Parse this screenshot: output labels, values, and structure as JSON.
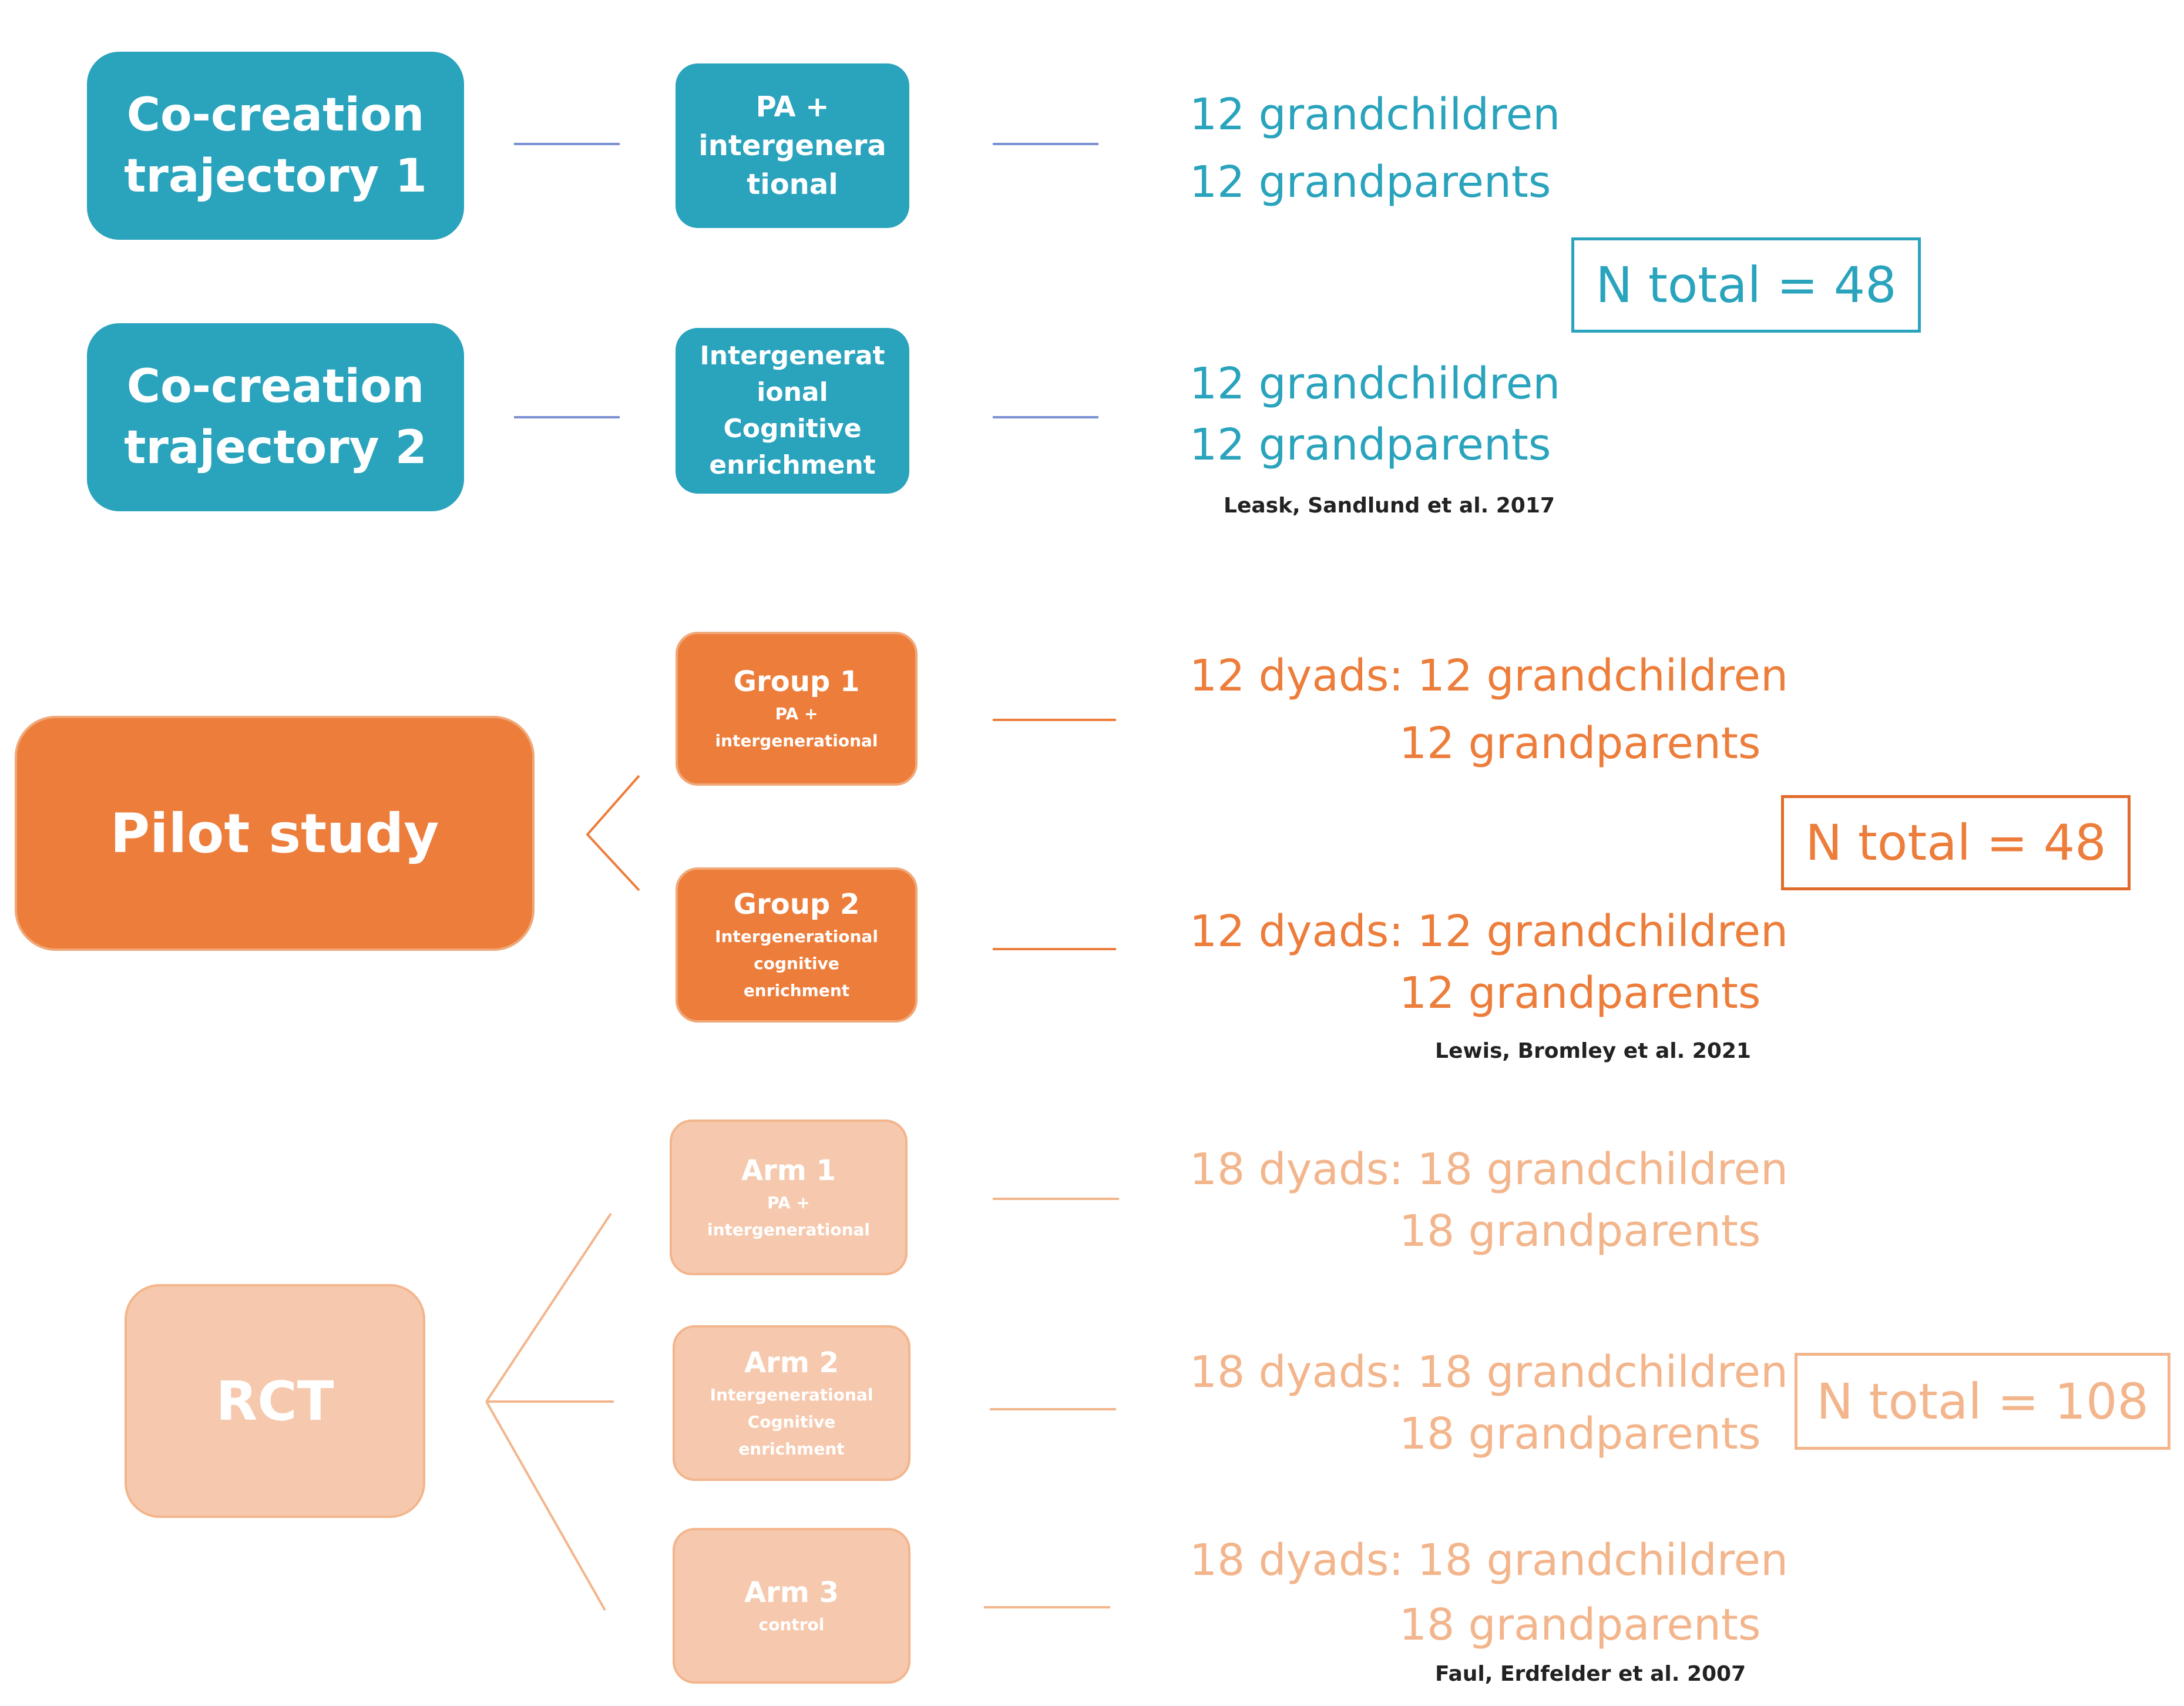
{
  "cocreation": {
    "traj1": {
      "line1": "Co-creation",
      "line2": "trajectory 1"
    },
    "traj2": {
      "line1": "Co-creation",
      "line2": "trajectory 2"
    },
    "arm1": {
      "l1": "PA +",
      "l2": "intergenera",
      "l3": "tional"
    },
    "arm2": {
      "l1": "Intergenerat",
      "l2": "ional",
      "l3": "Cognitive",
      "l4": "enrichment"
    },
    "group1": {
      "line1": "12 grandchildren",
      "line2": "12 grandparents"
    },
    "group2": {
      "line1": "12 grandchildren",
      "line2": "12 grandparents"
    },
    "ntotal": "N total = 48",
    "citation": "Leask, Sandlund et al. 2017"
  },
  "pilot": {
    "title": "Pilot study",
    "group1": {
      "title": "Group 1",
      "s1": "PA +",
      "s2": "intergenerational"
    },
    "group2": {
      "title": "Group 2",
      "s1": "Intergenerational",
      "s2": "cognitive",
      "s3": "enrichment"
    },
    "row1": {
      "line1": "12 dyads: 12 grandchildren",
      "line2": "12 grandparents"
    },
    "row2": {
      "line1": "12 dyads: 12 grandchildren",
      "line2": "12 grandparents"
    },
    "ntotal": "N total = 48",
    "citation": "Lewis, Bromley et al. 2021"
  },
  "rct": {
    "title": "RCT",
    "arm1": {
      "title": "Arm 1",
      "s1": "PA +",
      "s2": "intergenerational"
    },
    "arm2": {
      "title": "Arm 2",
      "s1": "Intergenerational",
      "s2": "Cognitive",
      "s3": "enrichment"
    },
    "arm3": {
      "title": "Arm 3",
      "s1": "control"
    },
    "row1": {
      "line1": "18 dyads: 18 grandchildren",
      "line2": "18 grandparents"
    },
    "row2": {
      "line1": "18 dyads: 18 grandchildren",
      "line2": "18 grandparents"
    },
    "row3": {
      "line1": "18 dyads: 18 grandchildren",
      "line2": "18 grandparents"
    },
    "ntotal": "N total = 108",
    "citation": "Faul, Erdfelder et al. 2007"
  },
  "colors": {
    "teal": "#2aa3bd",
    "orange": "#ed7d3b",
    "peach": "#f6c9ae",
    "connector_blue": "#7b8fd4"
  }
}
